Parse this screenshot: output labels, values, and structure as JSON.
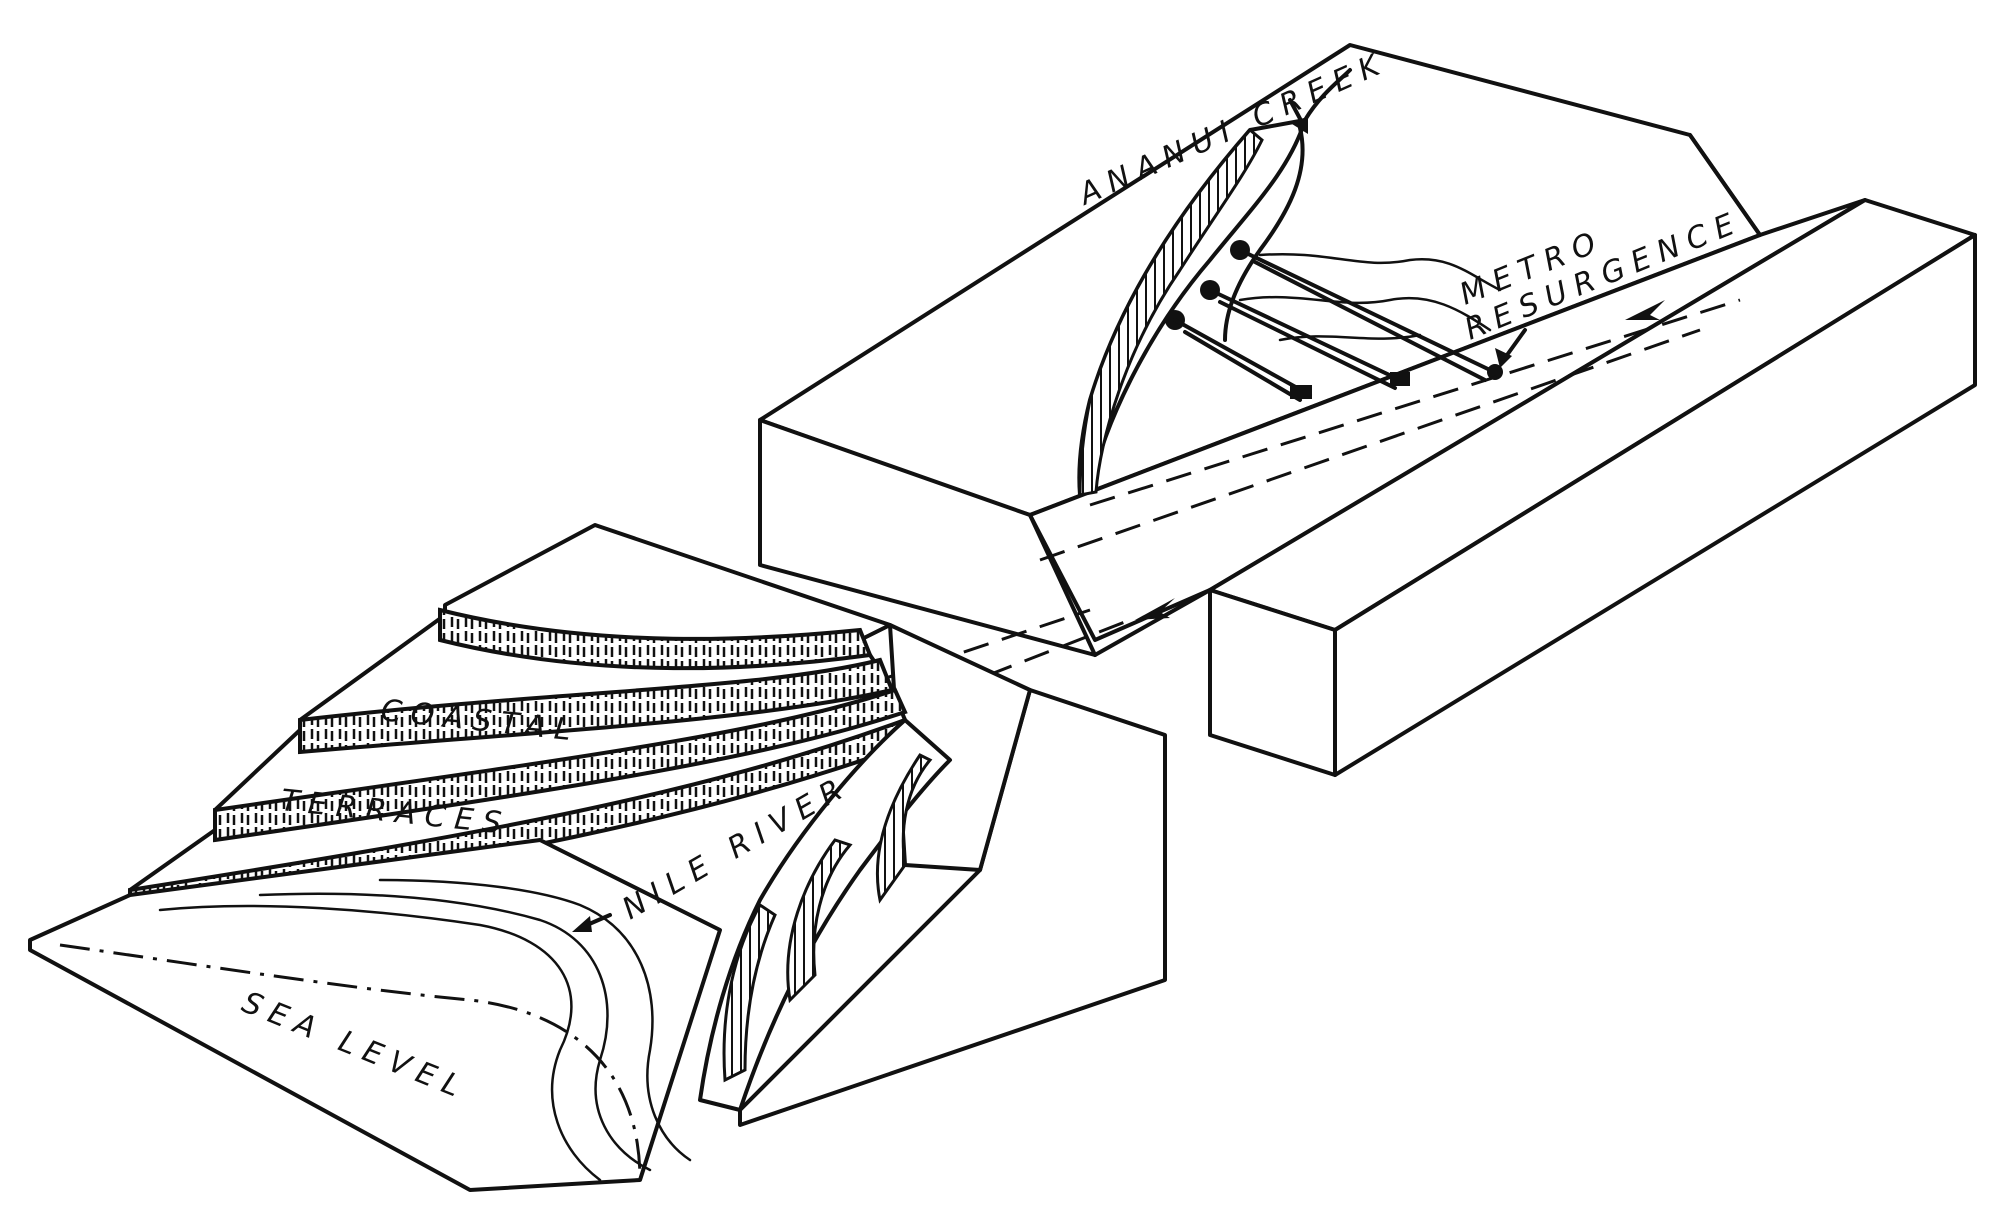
{
  "labels": {
    "creek": "ANANUI CREEK",
    "resurgence_1": "METRO",
    "resurgence_2": "RESURGENCE",
    "terraces_1": "COASTAL",
    "terraces_2": "TERRACES",
    "river": "NILE RIVER",
    "sea": "SEA LEVEL"
  },
  "colors": {
    "ink": "#111111",
    "paper": "#ffffff"
  }
}
